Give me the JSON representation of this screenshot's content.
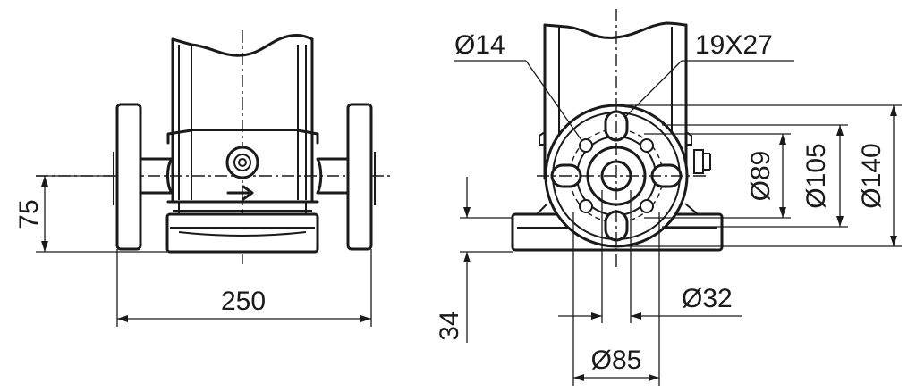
{
  "dimensions": {
    "overall_width": "250",
    "shaft_height": "75",
    "hole_dia": "Ø14",
    "slot": "19X27",
    "dia_89": "Ø89",
    "dia_105": "Ø105",
    "dia_140": "Ø140",
    "bore_dia": "Ø32",
    "bolt_circle": "Ø85",
    "base_offset": "34"
  }
}
